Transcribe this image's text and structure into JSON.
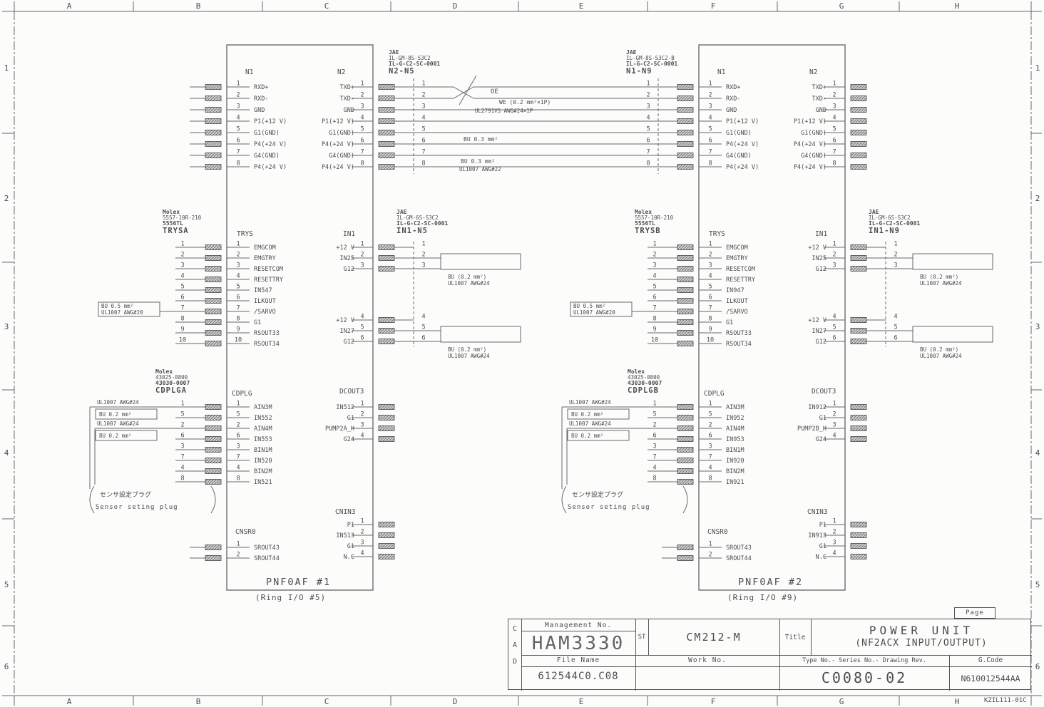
{
  "frame": {
    "cols": [
      "A",
      "B",
      "C",
      "D",
      "E",
      "F",
      "G",
      "H"
    ],
    "rows": [
      "1",
      "2",
      "3",
      "4",
      "5",
      "6"
    ],
    "corner_code": "KZIL111-01C"
  },
  "inter": {
    "jae_left": {
      "brand": "JAE",
      "part": "IL-GM-8S-S3C2",
      "part2": "IL-G-C2-SC-0001",
      "name": "N2-N5"
    },
    "jae_right": {
      "brand": "JAE",
      "part": "IL-GM-8S-S3C2-B",
      "part2": "IL-G-C2-SC-0001",
      "name": "N1-N9"
    },
    "oe": "OE",
    "we": "WE (0.2 mm²×1P)",
    "ul2791": "UL2791VS AWG#24×1P",
    "bu03_1": "BU 0.3 mm²",
    "bu03_2": "BU 0.3 mm²",
    "ul1007_22": "UL1007 AWG#22"
  },
  "modules": [
    {
      "name": "PNF0AF #1",
      "subtitle": "(Ring I/O #5)",
      "top": {
        "left_header": "N1",
        "right_header": "N2",
        "left_pins": [
          [
            "1",
            "RXD+"
          ],
          [
            "2",
            "RXD-"
          ],
          [
            "3",
            "GND"
          ],
          [
            "4",
            "P1(+12 V)"
          ],
          [
            "5",
            "G1(GND)"
          ],
          [
            "6",
            "P4(+24 V)"
          ],
          [
            "7",
            "G4(GND)"
          ],
          [
            "8",
            "P4(+24 V)"
          ]
        ],
        "right_pins": [
          [
            "1",
            "TXD+"
          ],
          [
            "2",
            "TXD-"
          ],
          [
            "3",
            "GND"
          ],
          [
            "4",
            "P1(+12 V)"
          ],
          [
            "5",
            "G1(GND)"
          ],
          [
            "6",
            "P4(+24 V)"
          ],
          [
            "7",
            "G4(GND)"
          ],
          [
            "8",
            "P4(+24 V)"
          ]
        ]
      },
      "molex_trys": {
        "brand": "Molex",
        "part": "5557-10R-210",
        "part2": "5556TL",
        "name": "TRYSA"
      },
      "trys_header": "TRYS",
      "trys_pins": [
        [
          "1",
          "EMGCOM"
        ],
        [
          "2",
          "EMGTRY"
        ],
        [
          "3",
          "RESETCOM"
        ],
        [
          "4",
          "RESETTRY"
        ],
        [
          "5",
          "IN547"
        ],
        [
          "6",
          "ILKOUT"
        ],
        [
          "7",
          "/SARVO"
        ],
        [
          "8",
          "G1"
        ],
        [
          "9",
          "RSOUT33"
        ],
        [
          "10",
          "RSOUT34"
        ]
      ],
      "bu05": [
        "BU 0.5 mm²",
        "UL1007 AWG#20"
      ],
      "in1_header": "IN1",
      "in1_groups": [
        {
          "pins": [
            [
              "1",
              "+12 V"
            ],
            [
              "2",
              "IN25"
            ],
            [
              "3",
              "G12"
            ]
          ],
          "label": [
            "BU (0.2 mm²)",
            "UL1007 AWG#24"
          ]
        },
        {
          "pins": [
            [
              "4",
              "+12 V"
            ],
            [
              "5",
              "IN27"
            ],
            [
              "6",
              "G12"
            ]
          ],
          "label": [
            "BU (0.2 mm²)",
            "UL1007 AWG#24"
          ]
        }
      ],
      "jae_mid": {
        "brand": "JAE",
        "part": "IL-GM-6S-S3C2",
        "part2": "IL-G-C2-SC-0001",
        "name": "IN1-N5"
      },
      "molex_cdplg": {
        "brand": "Molex",
        "part": "43025-0800",
        "part2": "43030-0007",
        "name": "CDPLGA"
      },
      "cdplg_header": "CDPLG",
      "cdplg_pins": [
        [
          "1",
          "AIN3M"
        ],
        [
          "5",
          "IN552"
        ],
        [
          "2",
          "AIN4M"
        ],
        [
          "6",
          "IN553"
        ],
        [
          "3",
          "BIN1M"
        ],
        [
          "7",
          "IN520"
        ],
        [
          "4",
          "BIN2M"
        ],
        [
          "8",
          "IN521"
        ]
      ],
      "cdplg_wire_labels": [
        [
          "UL1007 AWG#24",
          "BU 0.2 mm²"
        ],
        [
          "UL1007 AWG#24",
          "BU 0.2 mm²"
        ]
      ],
      "dcout3_header": "DCOUT3",
      "dcout3_pins": [
        [
          "1",
          "IN512"
        ],
        [
          "2",
          "G1"
        ],
        [
          "3",
          "PUMP2A_H"
        ],
        [
          "4",
          "G24"
        ]
      ],
      "sensor_plug": [
        "センサ設定プラグ",
        "Sensor seting plug"
      ],
      "cnsr0_header": "CNSR0",
      "cnsr0_pins": [
        [
          "1",
          "SROUT43"
        ],
        [
          "2",
          "SROUT44"
        ]
      ],
      "cnin3_header": "CNIN3",
      "cnin3_pins": [
        [
          "1",
          "P1"
        ],
        [
          "2",
          "IN513"
        ],
        [
          "3",
          "G1"
        ],
        [
          "4",
          "N.C"
        ]
      ]
    },
    {
      "name": "PNF0AF #2",
      "subtitle": "(Ring I/O #9)",
      "top": {
        "left_header": "N1",
        "right_header": "N2",
        "left_pins": [
          [
            "1",
            "RXD+"
          ],
          [
            "2",
            "RXD-"
          ],
          [
            "3",
            "GND"
          ],
          [
            "4",
            "P1(+12 V)"
          ],
          [
            "5",
            "G1(GND)"
          ],
          [
            "6",
            "P4(+24 V)"
          ],
          [
            "7",
            "G4(GND)"
          ],
          [
            "8",
            "P4(+24 V)"
          ]
        ],
        "right_pins": [
          [
            "1",
            "TXD+"
          ],
          [
            "2",
            "TXD-"
          ],
          [
            "3",
            "GND"
          ],
          [
            "4",
            "P1(+12 V)"
          ],
          [
            "5",
            "G1(GND)"
          ],
          [
            "6",
            "P4(+24 V)"
          ],
          [
            "7",
            "G4(GND)"
          ],
          [
            "8",
            "P4(+24 V)"
          ]
        ]
      },
      "molex_trys": {
        "brand": "Molex",
        "part": "5557-10R-210",
        "part2": "5556TL",
        "name": "TRYSB"
      },
      "trys_header": "TRYS",
      "trys_pins": [
        [
          "1",
          "EMGCOM"
        ],
        [
          "2",
          "EMGTRY"
        ],
        [
          "3",
          "RESETCOM"
        ],
        [
          "4",
          "RESETTRY"
        ],
        [
          "5",
          "IN947"
        ],
        [
          "6",
          "ILKOUT"
        ],
        [
          "7",
          "/SARVO"
        ],
        [
          "8",
          "G1"
        ],
        [
          "9",
          "RSOUT33"
        ],
        [
          "10",
          "RSOUT34"
        ]
      ],
      "bu05": [
        "BU 0.5 mm²",
        "UL1007 AWG#20"
      ],
      "in1_header": "IN1",
      "in1_groups": [
        {
          "pins": [
            [
              "1",
              "+12 V"
            ],
            [
              "2",
              "IN25"
            ],
            [
              "3",
              "G12"
            ]
          ],
          "label": [
            "BU (0.2 mm²)",
            "UL1007 AWG#24"
          ]
        },
        {
          "pins": [
            [
              "4",
              "+12 V"
            ],
            [
              "5",
              "IN27"
            ],
            [
              "6",
              "G12"
            ]
          ],
          "label": [
            "BU (0.2 mm²)",
            "UL1007 AWG#24"
          ]
        }
      ],
      "jae_mid": {
        "brand": "JAE",
        "part": "IL-GM-6S-S3C2",
        "part2": "IL-G-C2-SC-0001",
        "name": "IN1-N9"
      },
      "molex_cdplg": {
        "brand": "Molex",
        "part": "43025-0800",
        "part2": "43030-0007",
        "name": "CDPLGB"
      },
      "cdplg_header": "CDPLG",
      "cdplg_pins": [
        [
          "1",
          "AIN3M"
        ],
        [
          "5",
          "IN952"
        ],
        [
          "2",
          "AIN4M"
        ],
        [
          "6",
          "IN953"
        ],
        [
          "3",
          "BIN1M"
        ],
        [
          "7",
          "IN920"
        ],
        [
          "4",
          "BIN2M"
        ],
        [
          "8",
          "IN921"
        ]
      ],
      "cdplg_wire_labels": [
        [
          "UL1007 AWG#24",
          "BU 0.2 mm²"
        ],
        [
          "UL1007 AWG#24",
          "BU 0.2 mm²"
        ]
      ],
      "dcout3_header": "DCOUT3",
      "dcout3_pins": [
        [
          "1",
          "IN912"
        ],
        [
          "2",
          "G1"
        ],
        [
          "3",
          "PUMP2B_H"
        ],
        [
          "4",
          "G24"
        ]
      ],
      "sensor_plug": [
        "センサ設定プラグ",
        "Sensor seting plug"
      ],
      "cnsr0_header": "CNSR0",
      "cnsr0_pins": [
        [
          "1",
          "SROUT43"
        ],
        [
          "2",
          "SROUT44"
        ]
      ],
      "cnin3_header": "CNIN3",
      "cnin3_pins": [
        [
          "1",
          "P1"
        ],
        [
          "2",
          "IN913"
        ],
        [
          "3",
          "G1"
        ],
        [
          "4",
          "N.C"
        ]
      ]
    }
  ],
  "title_block": {
    "page_label": "Page",
    "cad": [
      "C",
      "A",
      "D"
    ],
    "management_label": "Management No.",
    "management_value": "HAM3330",
    "st_label": "ST",
    "st_value": "CM212-M",
    "title_label": "Title",
    "title_line1": "POWER UNIT",
    "title_line2": "(NF2ACX INPUT/OUTPUT)",
    "file_name_label": "File Name",
    "file_name_value": "612544C0.C08",
    "work_no_label": "Work No.",
    "type_label": "Type No.- Series No.- Drawing Rev.",
    "type_value": "C0080-02",
    "gcode_label": "G.Code",
    "gcode_value": "N610012544AA"
  }
}
